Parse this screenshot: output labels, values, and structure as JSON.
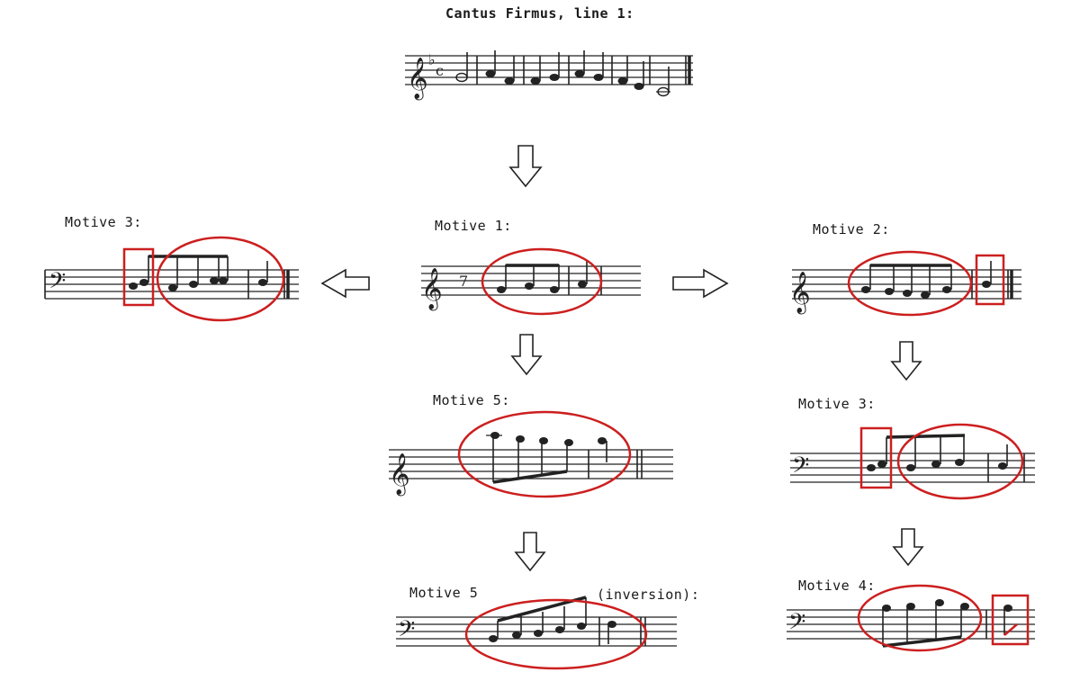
{
  "title": "Cantus Firmus, line 1:",
  "labels": {
    "motive1": "Motive 1:",
    "motive2": "Motive 2:",
    "motive3_left": "Motive 3:",
    "motive3_right": "Motive 3:",
    "motive4": "Motive 4:",
    "motive5": "Motive 5:",
    "motive5_inv": "Motive 5",
    "inversion": "(inversion):"
  },
  "colors": {
    "highlight": "#cc1f1f",
    "ink": "#222222"
  },
  "icons": {
    "arrow": "hollow-arrow-icon",
    "treble": "treble-clef-icon",
    "bass": "bass-clef-icon"
  }
}
